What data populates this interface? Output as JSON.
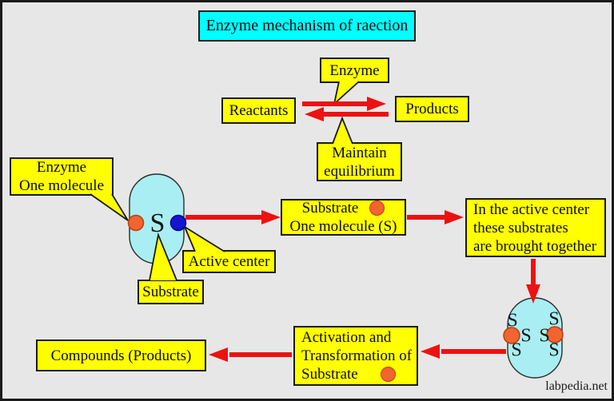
{
  "title": {
    "text": "Enzyme mechanism of raection"
  },
  "colors": {
    "background": "#e7e7e7",
    "box_fill": "#ffff00",
    "title_fill": "#00ffff",
    "arrow_red": "#ed1111",
    "capsule_fill": "#a9eef2",
    "orange_dot": "#f26430",
    "blue_dot": "#1414d2"
  },
  "boxes": {
    "enzyme_top": {
      "label": "Enzyme"
    },
    "reactants": {
      "label": "Reactants"
    },
    "products": {
      "label": "Products"
    },
    "maintain": {
      "lines": [
        "Maintain",
        "equilibrium"
      ]
    },
    "enzyme_molecule": {
      "lines": [
        "Enzyme",
        "One molecule"
      ]
    },
    "substrate_one": {
      "lines": [
        "Substrate",
        "One molecule (S)"
      ]
    },
    "active_center": {
      "label": "Active center"
    },
    "substrate": {
      "label": "Substrate"
    },
    "in_active_center": {
      "lines": [
        "In the active center",
        "these substrates",
        "are brought together"
      ]
    },
    "activation": {
      "lines": [
        "Activation and",
        "Transformation of",
        "Substrate"
      ]
    },
    "compounds": {
      "label": "Compounds (Products)"
    }
  },
  "capsule1": {
    "letter": "S"
  },
  "capsule2": {
    "letters": [
      "S",
      "S",
      "S",
      "S",
      "S",
      "S"
    ]
  },
  "watermark": "labpedia.net"
}
